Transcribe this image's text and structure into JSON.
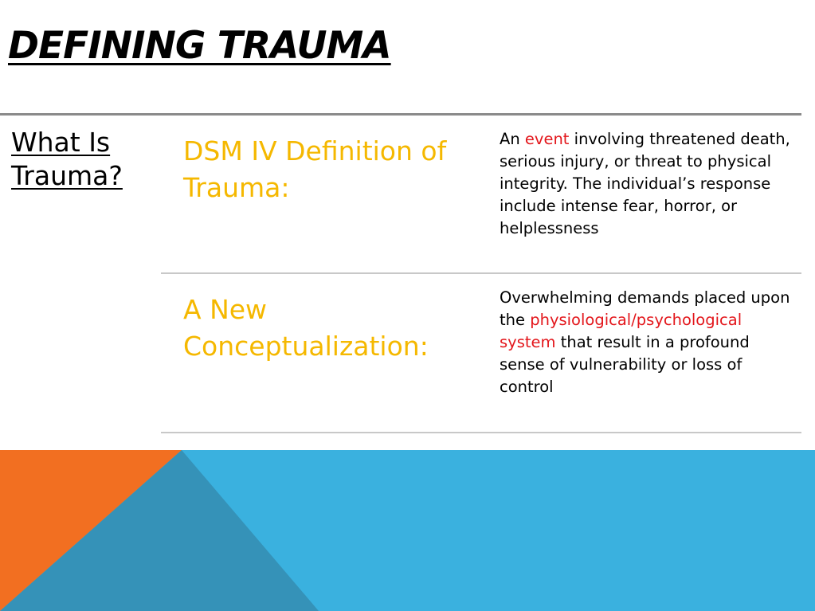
{
  "slide": {
    "title": "DEFINING TRAUMA",
    "side_heading": {
      "line1": "What Is",
      "line2": "Trauma?"
    }
  },
  "rows": [
    {
      "term": "DSM IV Definition of Trauma:",
      "definition": {
        "before": "An ",
        "highlight": "event",
        "after": " involving threatened death, serious injury, or threat to physical integrity. The individual’s response include intense fear, horror, or helplessness"
      }
    },
    {
      "term": "A New Conceptualization:",
      "definition": {
        "before": "Overwhelming demands placed upon the ",
        "highlight": "physiological/psychological system",
        "after": " that result in a profound sense of vulnerability or loss of control"
      }
    }
  ],
  "colors": {
    "title_text": "#000000",
    "term_text": "#f5b800",
    "highlight_text": "#e3161b",
    "rule": "#8a8a8a",
    "row_divider": "#c8c8c8",
    "band_orange": "#f26f21",
    "band_blue": "#3ab1df",
    "band_dark_blue": "#3592b8"
  }
}
